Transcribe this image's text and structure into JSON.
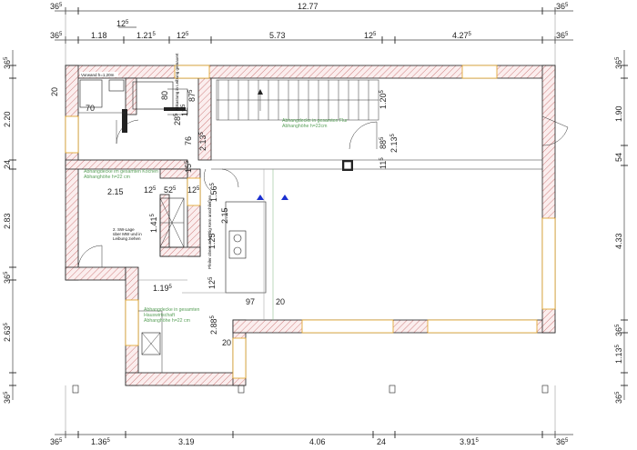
{
  "dimensions": {
    "top_outer": [
      {
        "main": "36",
        "sup": "5"
      },
      {
        "main": "12.77",
        "sup": ""
      },
      {
        "main": "36",
        "sup": "5"
      }
    ],
    "top_inner_extra": [
      {
        "main": "12",
        "sup": "5"
      }
    ],
    "top_inner": [
      {
        "main": "36",
        "sup": "5"
      },
      {
        "main": "1.18",
        "sup": ""
      },
      {
        "main": "1.21",
        "sup": "5"
      },
      {
        "main": "12",
        "sup": "5"
      },
      {
        "main": "5.73",
        "sup": ""
      },
      {
        "main": "12",
        "sup": "5"
      },
      {
        "main": "4.27",
        "sup": "5"
      },
      {
        "main": "36",
        "sup": "5"
      }
    ],
    "bottom": [
      {
        "main": "36",
        "sup": "5"
      },
      {
        "main": "1.36",
        "sup": "5"
      },
      {
        "main": "3.19",
        "sup": ""
      },
      {
        "main": "4.06",
        "sup": ""
      },
      {
        "main": "24",
        "sup": ""
      },
      {
        "main": "3.91",
        "sup": "5"
      },
      {
        "main": "36",
        "sup": "5"
      }
    ],
    "left": [
      {
        "main": "36",
        "sup": "5"
      },
      {
        "main": "2.20",
        "sup": ""
      },
      {
        "main": "24",
        "sup": ""
      },
      {
        "main": "2.83",
        "sup": ""
      },
      {
        "main": "36",
        "sup": "5"
      },
      {
        "main": "2.63",
        "sup": "5"
      },
      {
        "main": "36",
        "sup": "5"
      }
    ],
    "right": [
      {
        "main": "36",
        "sup": "5"
      },
      {
        "main": "1.90",
        "sup": ""
      },
      {
        "main": "54",
        "sup": ""
      },
      {
        "main": "4.33",
        "sup": ""
      },
      {
        "main": "36",
        "sup": "5"
      },
      {
        "main": "1.13",
        "sup": "5"
      },
      {
        "main": "36",
        "sup": "5"
      }
    ],
    "interior": [
      {
        "main": "20",
        "sup": ""
      },
      {
        "main": "70",
        "sup": ""
      },
      {
        "main": "80",
        "sup": ""
      },
      {
        "main": "87",
        "sup": "5"
      },
      {
        "main": "12",
        "sup": "5"
      },
      {
        "main": "28",
        "sup": "5"
      },
      {
        "main": "76",
        "sup": ""
      },
      {
        "main": "2.13",
        "sup": "5"
      },
      {
        "main": "1.20",
        "sup": "5"
      },
      {
        "main": "88",
        "sup": "5"
      },
      {
        "main": "2.13",
        "sup": "5"
      },
      {
        "main": "11",
        "sup": "5"
      },
      {
        "main": "2.15",
        "sup": ""
      },
      {
        "main": "12",
        "sup": "5"
      },
      {
        "main": "52",
        "sup": "5"
      },
      {
        "main": "12",
        "sup": "5"
      },
      {
        "main": "1.56",
        "sup": "5"
      },
      {
        "main": "1.41",
        "sup": "5"
      },
      {
        "main": "1.25",
        "sup": ""
      },
      {
        "main": "2.15",
        "sup": ""
      },
      {
        "main": "1.19",
        "sup": "5"
      },
      {
        "main": "12",
        "sup": "5"
      },
      {
        "main": "97",
        "sup": ""
      },
      {
        "main": "20",
        "sup": ""
      },
      {
        "main": "2.88",
        "sup": "5"
      },
      {
        "main": "20",
        "sup": ""
      },
      {
        "main": "15",
        "sup": "5"
      }
    ]
  },
  "notes": {
    "vorwand": "Vorwand h=1,20m",
    "abkastung": "Abkastung in Leibung gemauert",
    "sw_lage": "2. SW-Lage",
    "sw_lage_2": "über MW und in",
    "sw_lage_3": "Leibung ziehen",
    "pfeiler": "Pfeiler oben und mittig Kern anschließen",
    "absenkung_flur_1": "Abhangdecke in gesamten Flur",
    "absenkung_flur_2": "Abhanghöhe h=22cm",
    "absenkung_kochen_1": "Abhangdecke im gesamten Kochen",
    "absenkung_kochen_2": "Abhanghöhe h=22 cm",
    "absenkung_hwr_1": "Abhangdecke in gesamten",
    "absenkung_hwr_2": "Hauswirtschaft",
    "absenkung_hwr_3": "Abhanghöhe h=22 cm"
  },
  "colors": {
    "hatch": "#d08080",
    "window": "#e0a020",
    "green_text": "#5aa05a",
    "marker": "#1a2fd0"
  }
}
